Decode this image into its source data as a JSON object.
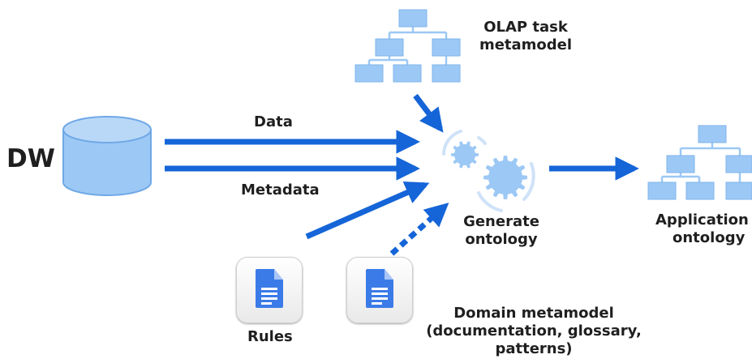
{
  "labels": {
    "dw": "DW",
    "data": "Data",
    "metadata": "Metadata",
    "olap_line1": "OLAP task",
    "olap_line2": "metamodel",
    "generate_line1": "Generate",
    "generate_line2": "ontology",
    "application_line1": "Application",
    "application_line2": "ontology",
    "rules": "Rules",
    "domain_line1": "Domain metamodel",
    "domain_line2": "(documentation, glossary,",
    "domain_line3": "patterns)"
  },
  "icons": {
    "database": "database-cylinder-icon",
    "olap_tree": "hierarchy-tree-icon",
    "application_tree": "hierarchy-tree-icon",
    "gears": "gears-icon",
    "rules_doc": "document-icon",
    "domain_doc": "document-icon"
  },
  "colors": {
    "arrow": "#1565d8",
    "box_fill": "#9cc8f5",
    "box_stroke": "#6fa8e6",
    "gear": "#9cc8f5",
    "doc_blue": "#3b7be8",
    "text": "#1f1f1f"
  }
}
